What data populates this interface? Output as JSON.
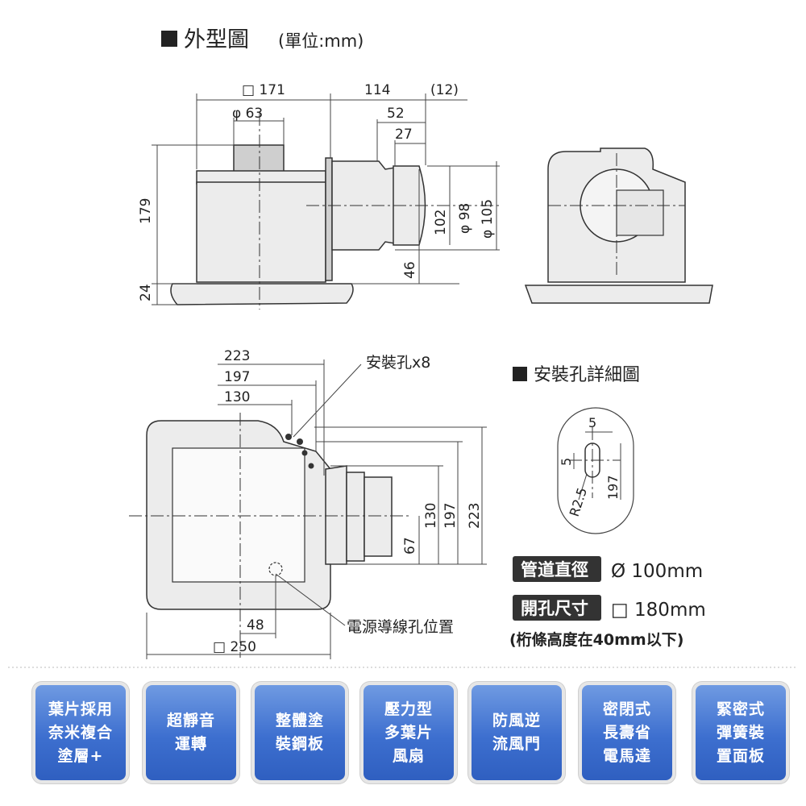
{
  "header": {
    "title": "外型圖",
    "unit": "(單位:mm)"
  },
  "side_view": {
    "dims": {
      "width_171": "□ 171",
      "dia_63": "φ 63",
      "len_114": "114",
      "len_12": "(12)",
      "len_52": "52",
      "len_27": "27",
      "height_179": "179",
      "height_24": "24",
      "height_102": "102",
      "dia_98": "φ 98",
      "dia_105": "φ 105",
      "height_46": "46"
    }
  },
  "top_view": {
    "dims": {
      "w_223": "223",
      "w_197": "197",
      "w_130": "130",
      "h_130": "130",
      "h_197": "197",
      "h_223": "223",
      "h_67": "67",
      "w_48": "48",
      "w_250": "□ 250"
    },
    "labels": {
      "mount_holes": "安裝孔x8",
      "power_hole": "電源導線孔位置"
    }
  },
  "hole_detail": {
    "title": "安裝孔詳細圖",
    "dims": {
      "d5a": "5",
      "d5b": "5",
      "r25": "R2.5",
      "d197": "197"
    }
  },
  "specs": {
    "duct_label": "管道直徑",
    "duct_value": "Ø 100mm",
    "cutout_label": "開孔尺寸",
    "cutout_value": "□ 180mm",
    "note": "(桁條高度在40mm以下)"
  },
  "features": [
    {
      "label": "葉片採用\n奈米複合\n塗層+"
    },
    {
      "label": "超靜音\n運轉"
    },
    {
      "label": "整體塗\n裝鋼板"
    },
    {
      "label": "壓力型\n多葉片\n風扇"
    },
    {
      "label": "防風逆\n流風門"
    },
    {
      "label": "密閉式\n長壽省\n電馬達"
    },
    {
      "label": "緊密式\n彈簧裝\n置面板"
    }
  ],
  "colors": {
    "feature_bg": "#3d6fcf",
    "badge_bg": "#333333"
  }
}
